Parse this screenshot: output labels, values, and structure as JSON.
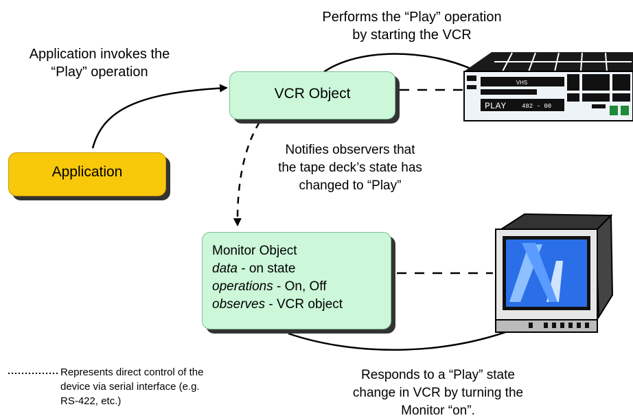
{
  "labels": {
    "performs_line1": "Performs the “Play” operation",
    "performs_line2": "by starting the VCR",
    "invokes_line1": "Application invokes the",
    "invokes_line2": "“Play” operation",
    "notifies_line1": "Notifies observers that",
    "notifies_line2": "the tape deck’s state has",
    "notifies_line3": "changed to “Play”",
    "responds_line1": "Responds to a “Play” state",
    "responds_line2": "change in VCR by turning the",
    "responds_line3": "Monitor “on”."
  },
  "nodes": {
    "vcr_object": "VCR Object",
    "application": "Application",
    "monitor_object": {
      "title": "Monitor Object",
      "data_key": "data",
      "data_val": " - on state",
      "operations_key": "operations",
      "operations_val": " - On, Off",
      "observes_key": "observes",
      "observes_val": " - VCR object"
    }
  },
  "vcr_device": {
    "brand": "VHS",
    "display": "PLAY",
    "counter": "482 - 00"
  },
  "legend": {
    "line1": "Represents direct control of the",
    "line2": "device via serial interface (e.g.",
    "line3": "RS-422, etc.)"
  },
  "colors": {
    "object_fill": "#ccf7d9",
    "application_fill": "#f8c80a",
    "screen_blue": "#2a6fe8"
  }
}
